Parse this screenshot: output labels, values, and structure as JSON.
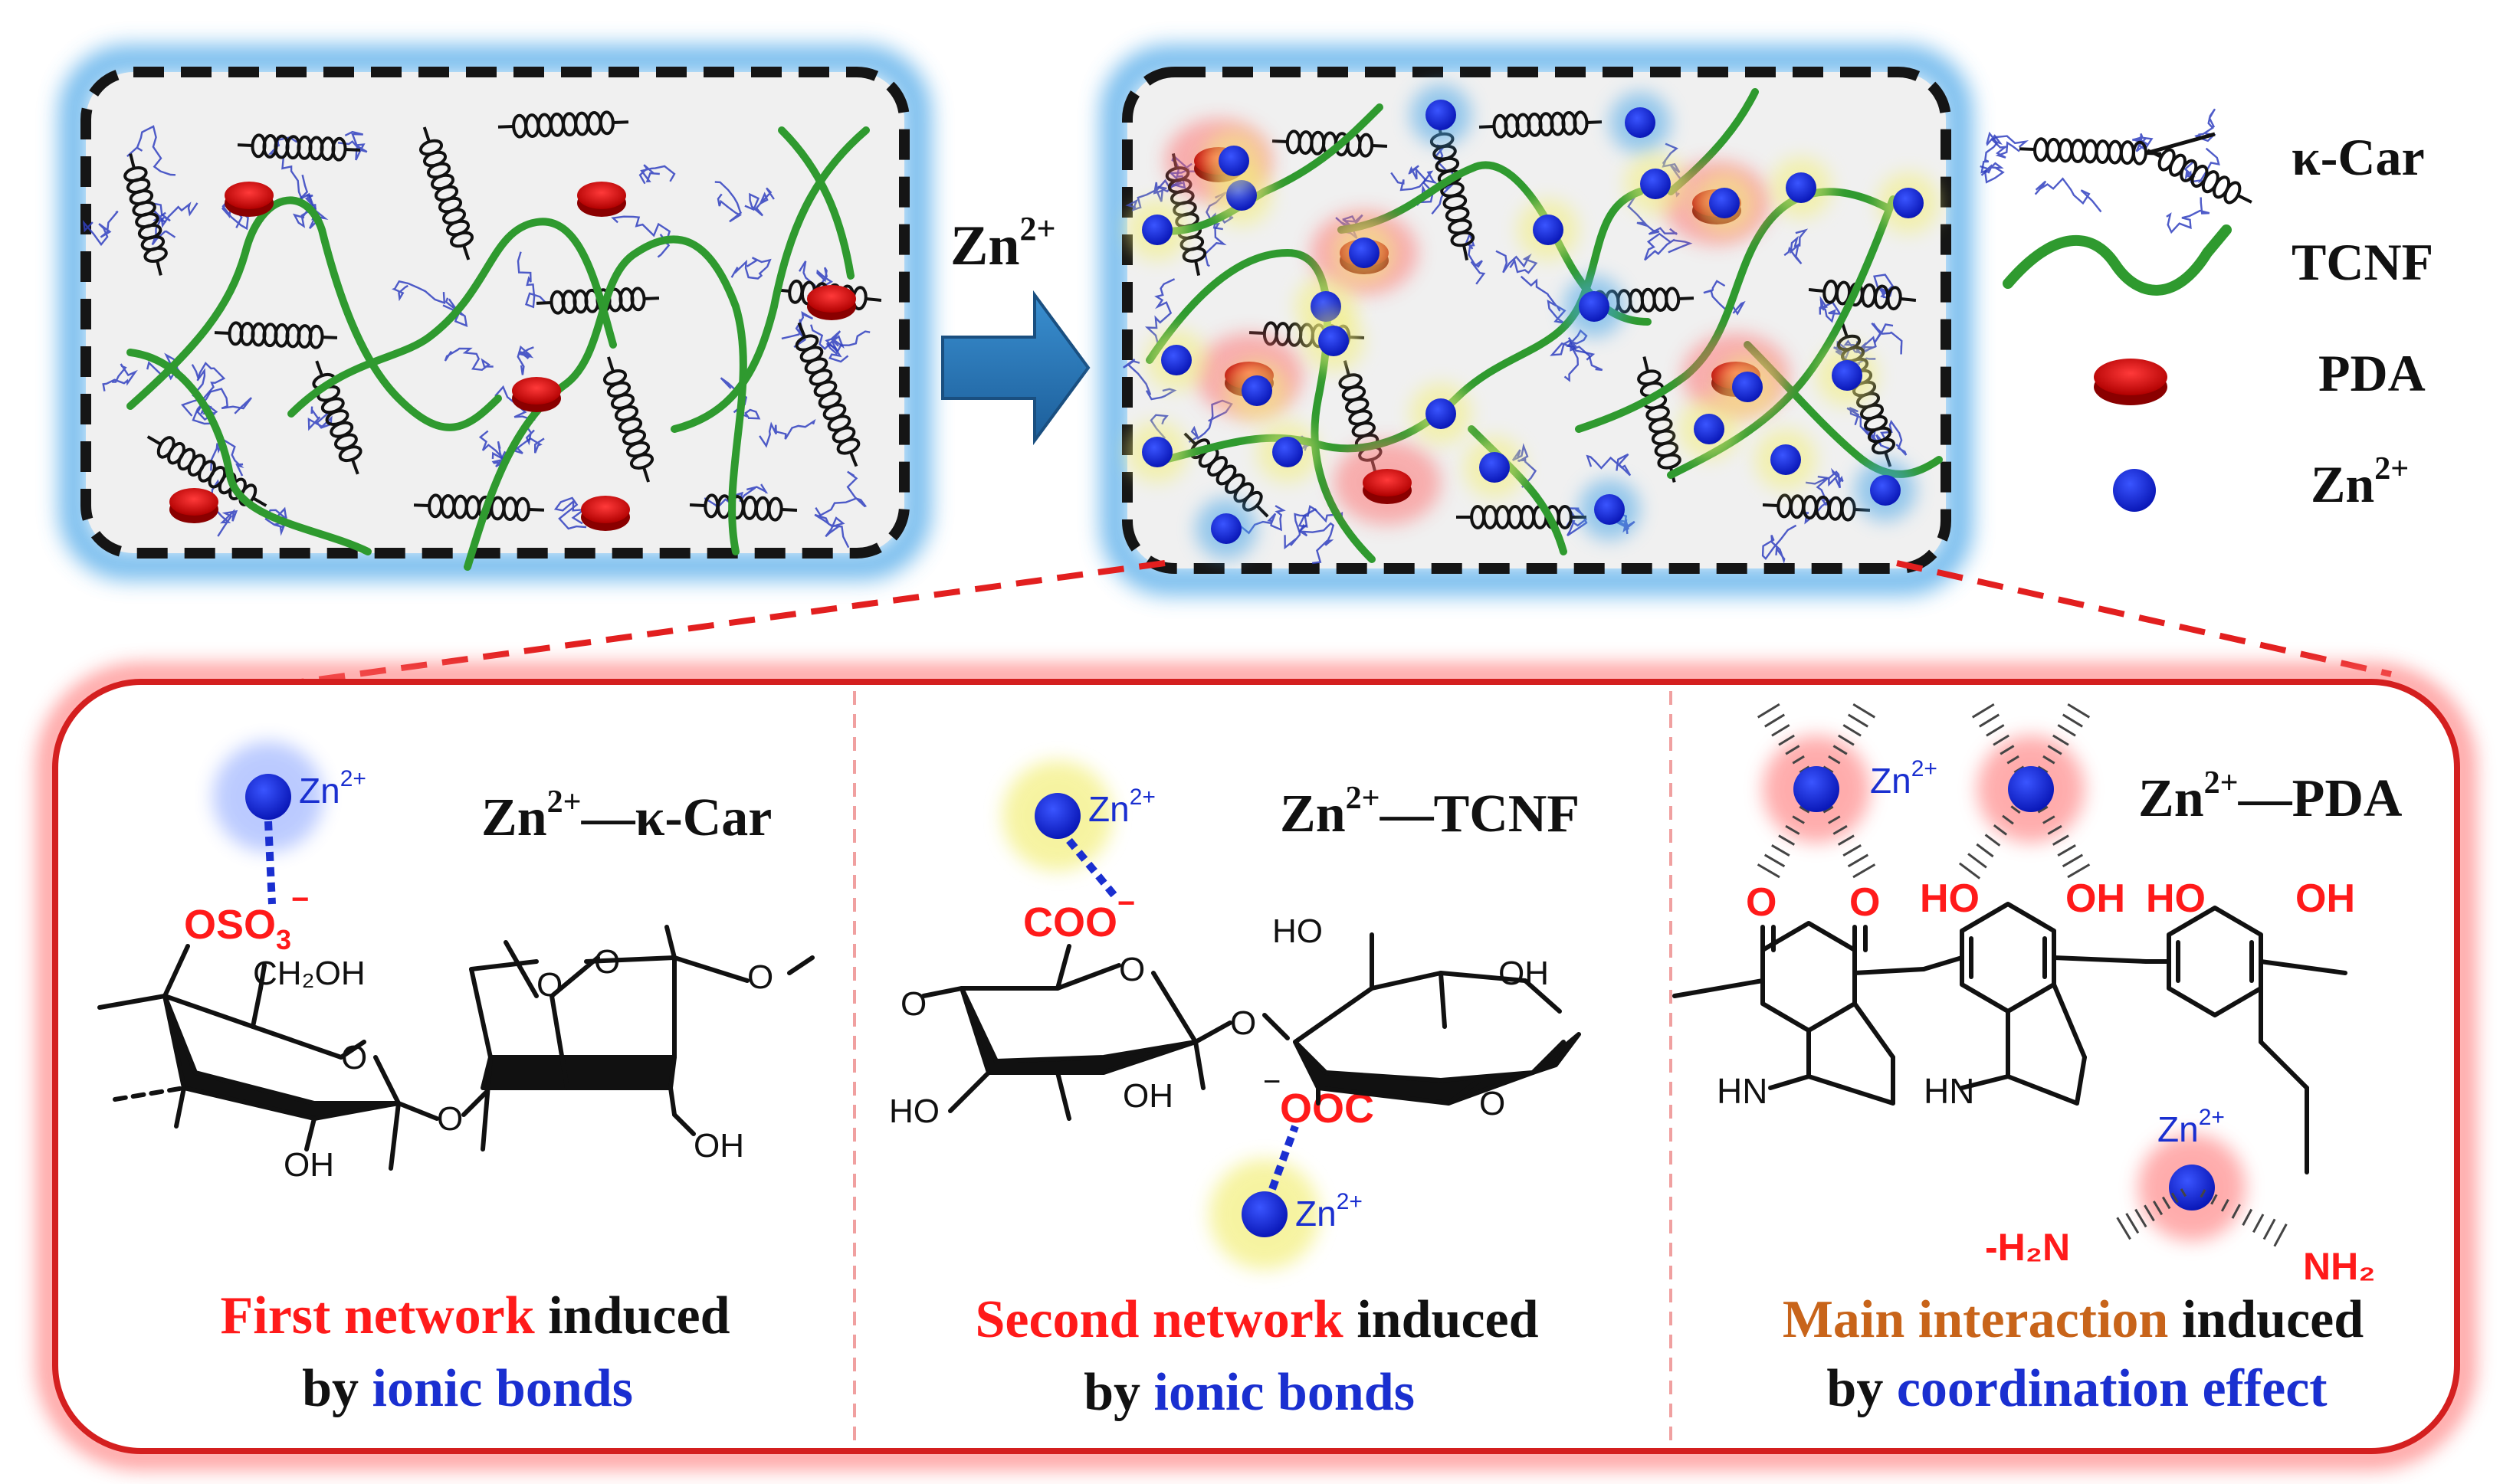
{
  "arrow_label": {
    "base": "Zn",
    "sup": "2+"
  },
  "legend": [
    {
      "key": "k-car",
      "label": "κ-Car"
    },
    {
      "key": "tcnf",
      "label": "TCNF"
    },
    {
      "key": "pda",
      "label": "PDA"
    },
    {
      "key": "zn",
      "label_base": "Zn",
      "label_sup": "2+"
    }
  ],
  "panels": [
    {
      "id": "kcar",
      "title_prefix": "Zn",
      "title_sup": "2+",
      "title_suffix": "—κ-Car",
      "zn_label": {
        "base": "Zn",
        "sup": "2+"
      },
      "group": {
        "base": "OSO",
        "sub": "3",
        "sup": "−"
      },
      "atoms": [
        "CH₂OH",
        "O",
        "O",
        "O",
        "OH",
        "OH",
        "O",
        "O"
      ],
      "caption_l1_red": "First network",
      "caption_l1_black": " induced",
      "caption_l2_black": "by ",
      "caption_l2_blue": "ionic bonds"
    },
    {
      "id": "tcnf",
      "title_prefix": "Zn",
      "title_sup": "2+",
      "title_suffix": "—TCNF",
      "zn_label": {
        "base": "Zn",
        "sup": "2+"
      },
      "zn_label2": {
        "base": "Zn",
        "sup": "2+"
      },
      "group": {
        "text": "COO",
        "sup": "−"
      },
      "group2": {
        "text": "OOC",
        "sup": "−"
      },
      "atoms": [
        "O",
        "O",
        "O",
        "HO",
        "OH",
        "HO",
        "OH",
        "O"
      ],
      "caption_l1_red": "Second network",
      "caption_l1_black": " induced",
      "caption_l2_black": "by ",
      "caption_l2_blue": "ionic bonds"
    },
    {
      "id": "pda",
      "title_prefix": "Zn",
      "title_sup": "2+",
      "title_suffix": "—PDA",
      "zn_label": {
        "base": "Zn",
        "sup": "2+"
      },
      "zn_label3": {
        "base": "Zn",
        "sup": "2+"
      },
      "red_atoms": [
        "O",
        "O",
        "HO",
        "OH",
        "HO",
        "OH"
      ],
      "nh": [
        "HN",
        "HN"
      ],
      "amine_left": "-H₂N",
      "amine_right": "NH₂",
      "caption_l1_red": "Main interaction",
      "caption_l1_black": " induced",
      "caption_l2_black": "by ",
      "caption_l2_blue": "coordination effect"
    }
  ],
  "colors": {
    "zn": "#1f2ee0",
    "pda": "#e01010",
    "tcnf": "#2f9a2f",
    "kcar": "#3040c0",
    "red_text": "#ff1a1a",
    "orange_text": "#c8641a",
    "blue_text": "#1a2fd0",
    "glow_blue": "#4aa6e8",
    "glow_red": "#ff6b6b"
  }
}
